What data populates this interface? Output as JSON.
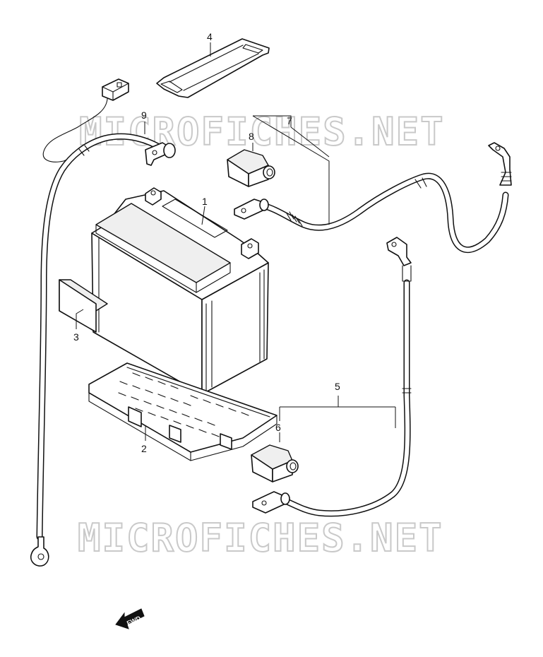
{
  "watermark": {
    "text": "MICROFICHES.NET"
  },
  "callouts": {
    "battery": "1",
    "tray": "2",
    "label": "3",
    "band": "4",
    "negative_cable": "5",
    "negative_cover": "6",
    "positive_cable": "7",
    "positive_cover": "8",
    "lead_wire": "9"
  },
  "fwd_arrow": {
    "text": "FWD",
    "icon": "fwd-arrow-icon"
  }
}
